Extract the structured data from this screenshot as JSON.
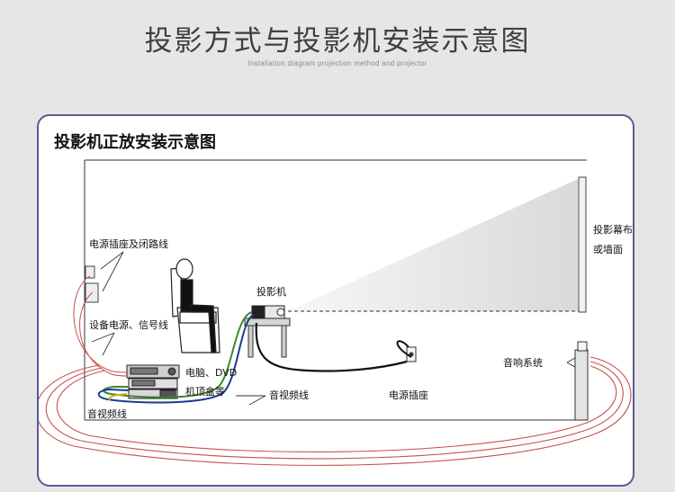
{
  "header": {
    "title": "投影方式与投影机安装示意图",
    "subtitle": "Installation diagram projection method and projector"
  },
  "diagram": {
    "title": "投影机正放安装示意图",
    "labels": {
      "power_socket_switch": "电源插座及闭路线",
      "device_power_signal": "设备电源、信号线",
      "projector": "投影机",
      "screen_line1": "投影幕布",
      "screen_line2": "或墙面",
      "pc_dvd": "电脑、DVD",
      "settop_box": "机顶盒等",
      "av_cable_mid": "音视频线",
      "av_cable_left": "音视频线",
      "power_outlet": "电源插座",
      "audio_system": "音响系统"
    }
  }
}
